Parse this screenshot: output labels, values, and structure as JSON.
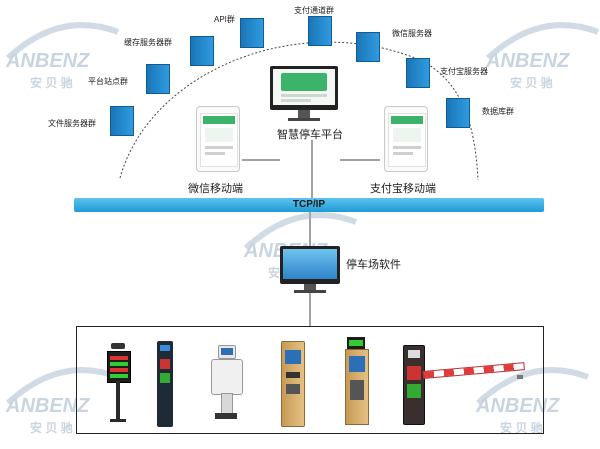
{
  "platform": {
    "title": "智慧停车平台"
  },
  "servers": [
    {
      "label": "文件服务器群"
    },
    {
      "label": "平台站点群"
    },
    {
      "label": "缓存服务器群"
    },
    {
      "label": "API群"
    },
    {
      "label": "支付通道群"
    },
    {
      "label": "微信服务器"
    },
    {
      "label": "支付宝服务器"
    },
    {
      "label": "数据库群"
    }
  ],
  "mobile": {
    "wechat_label": "微信移动端",
    "alipay_label": "支付宝移动端"
  },
  "network": {
    "label": "TCP/IP"
  },
  "software": {
    "label": "停车场软件"
  },
  "watermark": {
    "brand": "ANBENZ",
    "chinese": "安 贝 驰"
  },
  "colors": {
    "server": "#1f86cc",
    "bus": "#29a9e0",
    "screen_green": "#3bb36a"
  }
}
